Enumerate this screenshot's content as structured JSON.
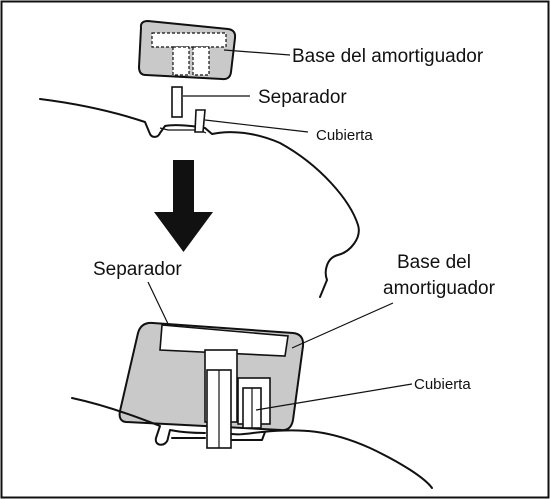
{
  "labels": {
    "top_base": "Base del amortiguador",
    "top_separator": "Separador",
    "top_cover": "Cubierta",
    "bottom_separator": "Separador",
    "bottom_base_line1": "Base del",
    "bottom_base_line2": "amortiguador",
    "bottom_cover": "Cubierta"
  },
  "colors": {
    "part_fill": "#c9c9c9",
    "line": "#111111",
    "background": "#ffffff"
  }
}
